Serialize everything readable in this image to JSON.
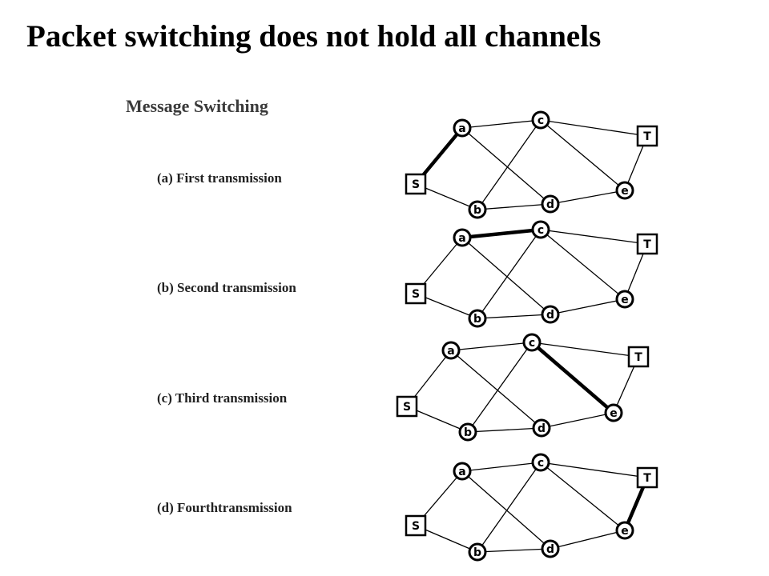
{
  "title": "Packet switching does not hold all channels",
  "figure_title": "Message Switching",
  "panels": [
    {
      "label": "(a) First transmission",
      "active_edge": [
        "S",
        "a"
      ]
    },
    {
      "label": "(b) Second transmission",
      "active_edge": [
        "a",
        "c"
      ]
    },
    {
      "label": "(c) Third transmission",
      "active_edge": [
        "c",
        "e"
      ]
    },
    {
      "label": "(d) Fourthtransmission",
      "active_edge": [
        "e",
        "T"
      ]
    }
  ],
  "nodes": [
    {
      "id": "S",
      "label": "S",
      "shape": "square"
    },
    {
      "id": "a",
      "label": "a",
      "shape": "circle"
    },
    {
      "id": "b",
      "label": "b",
      "shape": "circle"
    },
    {
      "id": "c",
      "label": "c",
      "shape": "circle"
    },
    {
      "id": "d",
      "label": "d",
      "shape": "circle"
    },
    {
      "id": "e",
      "label": "e",
      "shape": "circle"
    },
    {
      "id": "T",
      "label": "T",
      "shape": "square"
    }
  ],
  "edges": [
    [
      "S",
      "a"
    ],
    [
      "S",
      "b"
    ],
    [
      "a",
      "c"
    ],
    [
      "a",
      "d"
    ],
    [
      "b",
      "c"
    ],
    [
      "b",
      "d"
    ],
    [
      "c",
      "T"
    ],
    [
      "c",
      "e"
    ],
    [
      "d",
      "e"
    ],
    [
      "e",
      "T"
    ]
  ]
}
